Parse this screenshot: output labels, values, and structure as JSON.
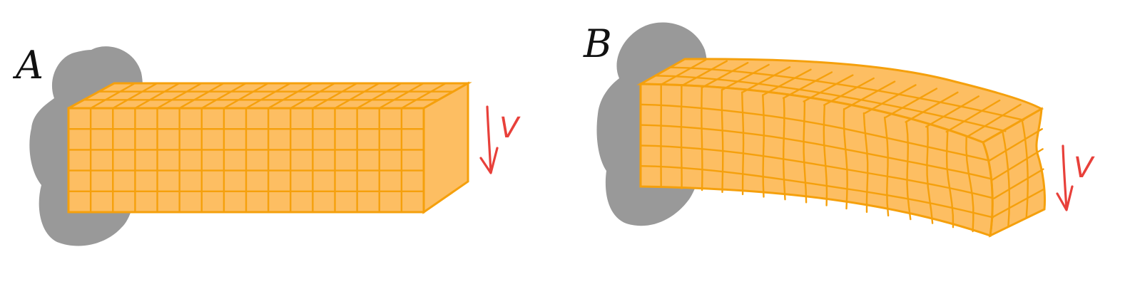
{
  "panels": [
    {
      "id": "A",
      "label": "A",
      "force_label": "V",
      "state": "undeformed",
      "rows": 5,
      "cols": 16
    },
    {
      "id": "B",
      "label": "B",
      "force_label": "V",
      "state": "deformed",
      "rows": 5,
      "cols": 17
    }
  ],
  "colors": {
    "wall": "#999999",
    "beam_fill": "#FDBE62",
    "beam_stroke": "#F5A00C",
    "force": "#E8403A",
    "label": "#111111"
  }
}
